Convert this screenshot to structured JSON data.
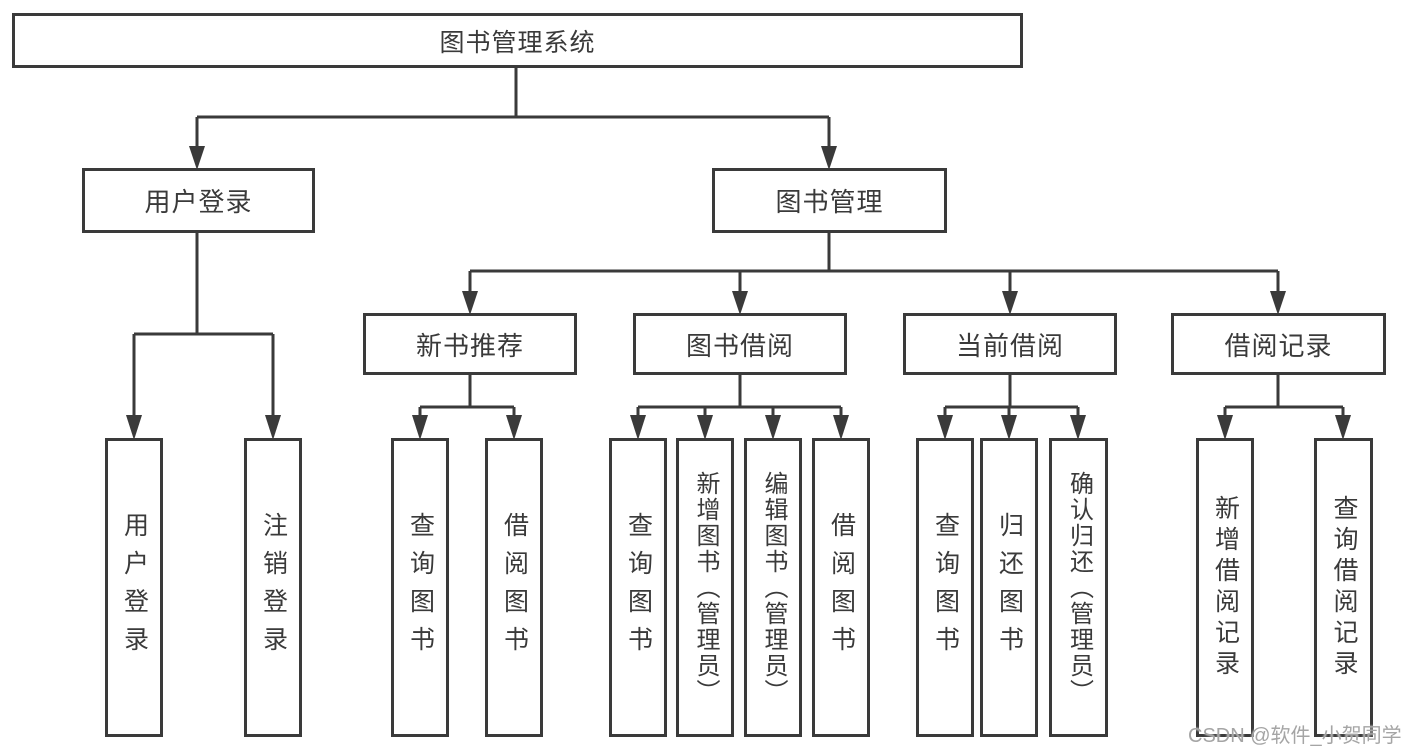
{
  "diagram_title": "图书管理系统",
  "tree": {
    "label": "图书管理系统",
    "children": [
      {
        "label": "用户登录",
        "children": [
          {
            "label": "用户登录"
          },
          {
            "label": "注销登录"
          }
        ]
      },
      {
        "label": "图书管理",
        "children": [
          {
            "label": "新书推荐",
            "children": [
              {
                "label": "查询图书"
              },
              {
                "label": "借阅图书"
              }
            ]
          },
          {
            "label": "图书借阅",
            "children": [
              {
                "label": "查询图书"
              },
              {
                "label": "新增图书（管理员）"
              },
              {
                "label": "编辑图书（管理员）"
              },
              {
                "label": "借阅图书"
              }
            ]
          },
          {
            "label": "当前借阅",
            "children": [
              {
                "label": "查询图书"
              },
              {
                "label": "归还图书"
              },
              {
                "label": "确认归还（管理员）"
              }
            ]
          },
          {
            "label": "借阅记录",
            "children": [
              {
                "label": "新增借阅记录"
              },
              {
                "label": "查询借阅记录"
              }
            ]
          }
        ]
      }
    ]
  },
  "watermark": {
    "text": "CSDN @软件_小贺同学"
  },
  "colors": {
    "line": "#3a3a3a",
    "text": "#3a3a3a",
    "box_background": "#ffffff",
    "watermark": "#a5a5a5",
    "background": "#ffffff"
  }
}
